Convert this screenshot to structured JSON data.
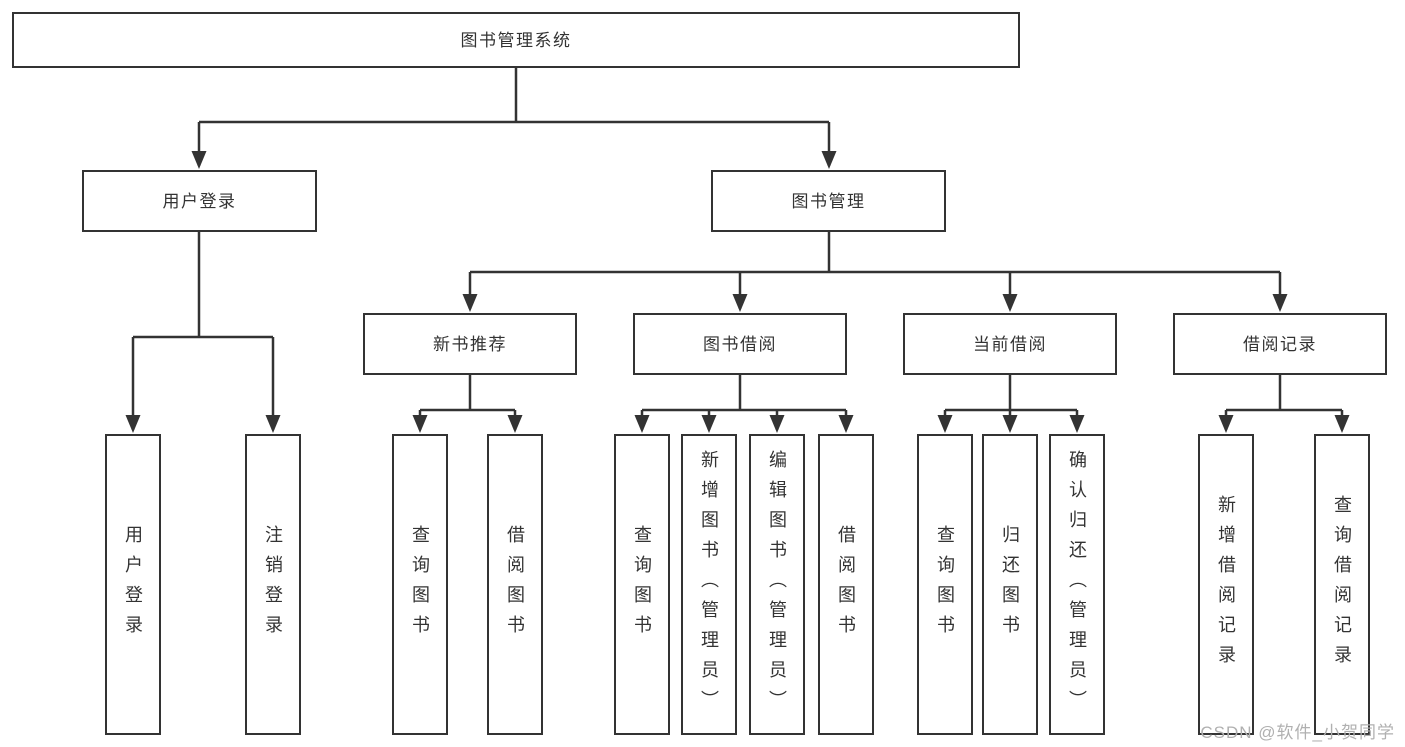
{
  "diagram": {
    "title": "图书管理系统",
    "root_label": "图书管理系统",
    "user_branch": {
      "label": "用户登录",
      "leaves": [
        "用户登录",
        "注销登录"
      ]
    },
    "mgmt_branch": {
      "label": "图书管理",
      "groups": [
        {
          "label": "新书推荐",
          "leaves": [
            "查询图书",
            "借阅图书"
          ]
        },
        {
          "label": "图书借阅",
          "leaves": [
            "查询图书",
            "新增图书（管理员）",
            "编辑图书（管理员）",
            "借阅图书"
          ]
        },
        {
          "label": "当前借阅",
          "leaves": [
            "查询图书",
            "归还图书",
            "确认归还（管理员）"
          ]
        },
        {
          "label": "借阅记录",
          "leaves": [
            "新增借阅记录",
            "查询借阅记录"
          ]
        }
      ]
    }
  },
  "watermark": "CSDN @软件_小贺同学",
  "colors": {
    "line": "#333333",
    "box_border": "#333333",
    "text": "#333333",
    "background": "#ffffff",
    "watermark_text": "#b0b0b0"
  }
}
